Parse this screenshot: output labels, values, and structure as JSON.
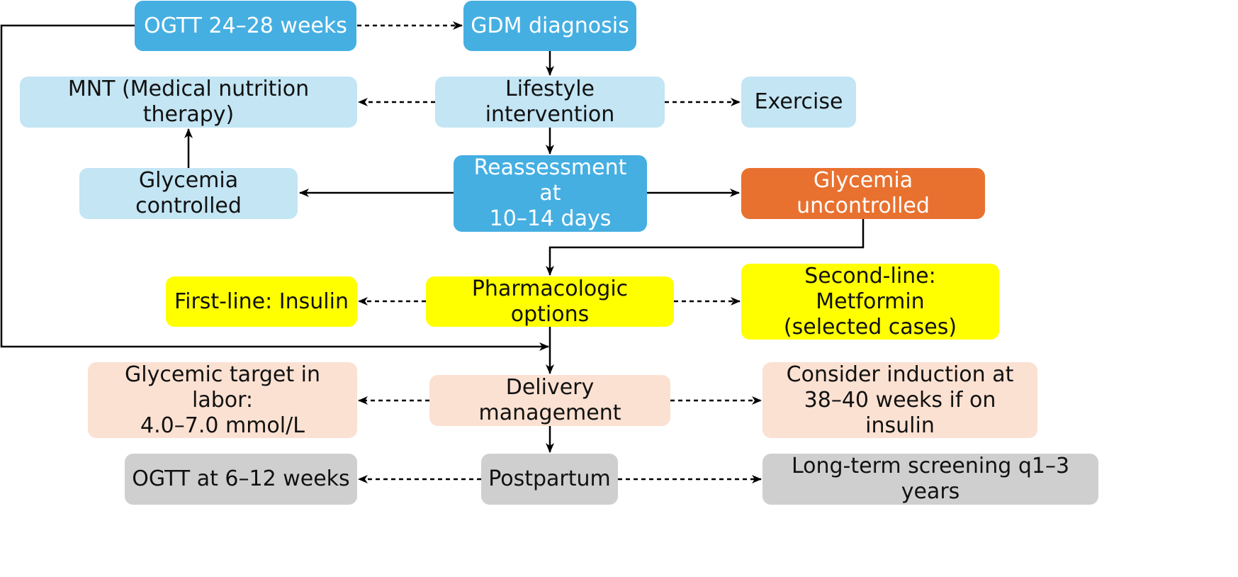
{
  "colors": {
    "primary": "#45afe2",
    "light_blue": "#c3e5f4",
    "orange": "#e8712f",
    "yellow": "#ffff00",
    "peach": "#fbe1d2",
    "gray": "#cfcfcf",
    "line": "#000000"
  },
  "nodes": {
    "ogtt_screen": {
      "text": "OGTT 24–28 weeks"
    },
    "gdm_diagnosis": {
      "text": "GDM diagnosis"
    },
    "mnt": {
      "text": "MNT (Medical nutrition therapy)"
    },
    "lifestyle": {
      "text": "Lifestyle intervention"
    },
    "exercise": {
      "text": "Exercise"
    },
    "glycemia_controlled": {
      "text": "Glycemia controlled"
    },
    "reassessment": {
      "text": "Reassessment at\n10–14 days"
    },
    "glycemia_uncontrolled": {
      "text": "Glycemia uncontrolled"
    },
    "first_line": {
      "text": "First-line: Insulin"
    },
    "pharmacologic": {
      "text": "Pharmacologic options"
    },
    "second_line": {
      "text": "Second-line: Metformin\n(selected cases)"
    },
    "labor_target": {
      "text": "Glycemic target in labor:\n4.0–7.0 mmol/L"
    },
    "delivery": {
      "text": "Delivery management"
    },
    "induction": {
      "text": "Consider induction at\n38–40 weeks if on insulin"
    },
    "postpartum_ogtt": {
      "text": "OGTT at 6–12 weeks"
    },
    "postpartum": {
      "text": "Postpartum"
    },
    "long_term": {
      "text": "Long-term screening q1–3 years"
    }
  }
}
